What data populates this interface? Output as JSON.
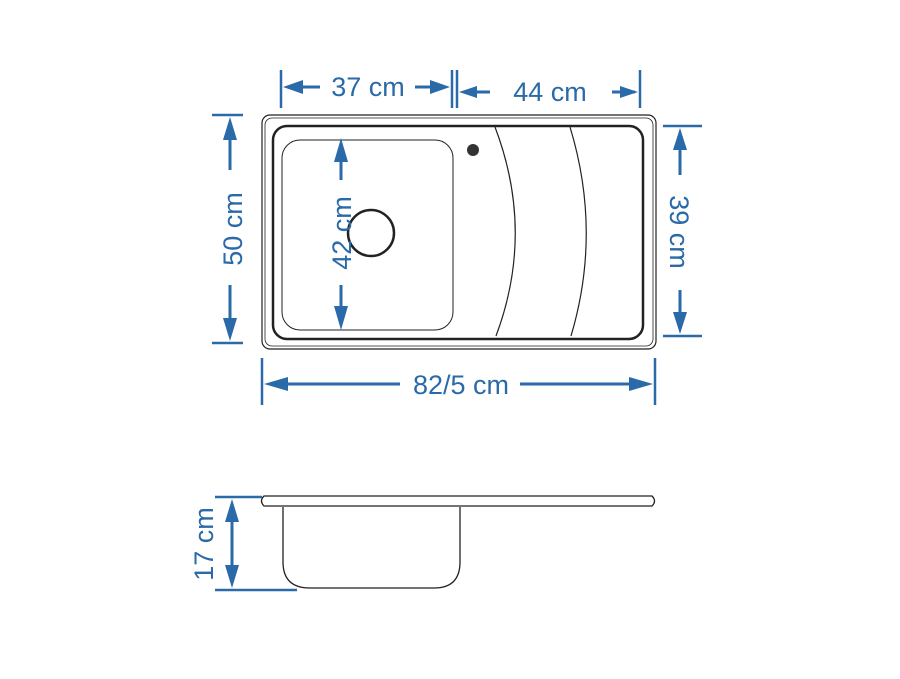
{
  "title": "Sink dimensions diagram",
  "dimensions": {
    "bowl_width": "37 cm",
    "drainboard_width": "44 cm",
    "total_depth": "50 cm",
    "bowl_depth": "42 cm",
    "inner_depth": "39 cm",
    "total_width": "82/5 cm",
    "bowl_height": "17 cm"
  },
  "colors": {
    "dimension": "#2a6aa8",
    "outline": "#222222"
  }
}
